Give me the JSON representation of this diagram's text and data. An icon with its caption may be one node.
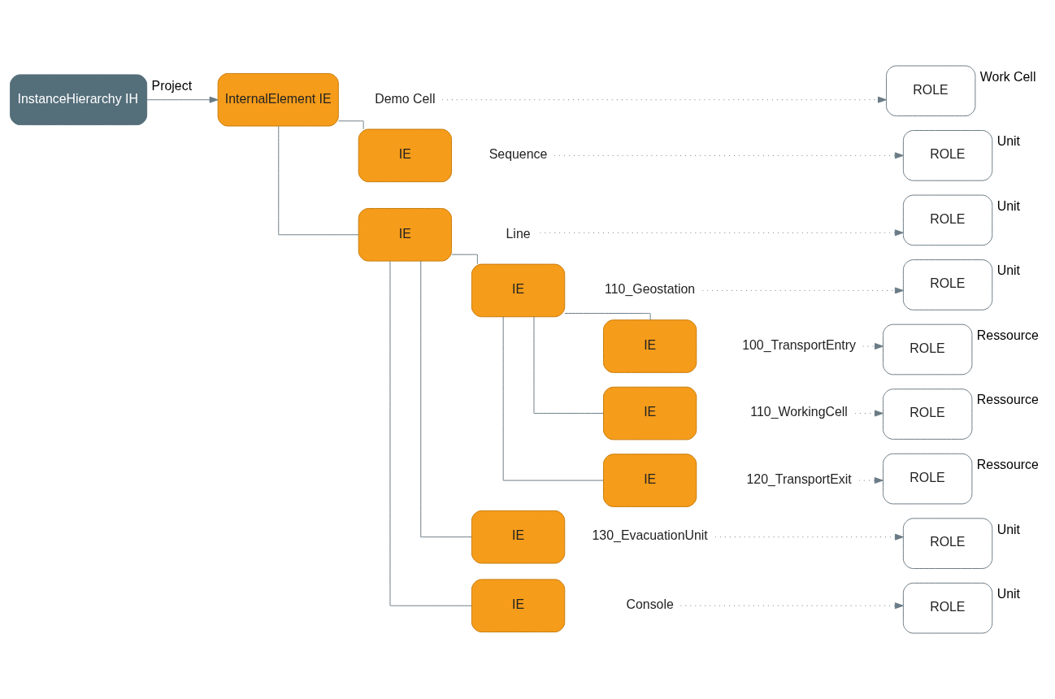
{
  "diagram": {
    "nodes": [
      {
        "text": [
          "InstanceHierarchy IH"
        ],
        "beside": [
          "Project"
        ]
      },
      {
        "text": [
          "InternalElement IE"
        ]
      },
      {
        "text": [
          "Demo Cell"
        ]
      },
      {
        "text": [
          "ROLE"
        ],
        "beside": [
          "Work Cell"
        ]
      },
      {
        "text": [
          "IE"
        ]
      },
      {
        "text": [
          "Sequence"
        ]
      },
      {
        "text": [
          "ROLE"
        ],
        "beside": [
          "Unit"
        ]
      },
      {
        "text": [
          "IE"
        ]
      },
      {
        "text": [
          "Line"
        ]
      },
      {
        "text": [
          "ROLE"
        ],
        "beside": [
          "Unit"
        ]
      },
      {
        "text": [
          "IE"
        ]
      },
      {
        "text": [
          "110_Geostation"
        ]
      },
      {
        "text": [
          "ROLE"
        ],
        "beside": [
          "Unit"
        ]
      },
      {
        "text": [
          "IE"
        ]
      },
      {
        "text": [
          "100_TransportEntry"
        ]
      },
      {
        "text": [
          "ROLE"
        ],
        "beside": [
          "Ressource"
        ]
      },
      {
        "text": [
          "IE"
        ]
      },
      {
        "text": [
          "110_WorkingCell"
        ]
      },
      {
        "text": [
          "ROLE"
        ],
        "beside": [
          "Ressource"
        ]
      },
      {
        "text": [
          "IE"
        ]
      },
      {
        "text": [
          "120_TransportExit"
        ]
      },
      {
        "text": [
          "ROLE"
        ],
        "beside": [
          "Ressource"
        ]
      },
      {
        "text": [
          "IE"
        ]
      },
      {
        "text": [
          "130_EvacuationUnit"
        ]
      },
      {
        "text": [
          "ROLE"
        ],
        "beside": [
          "Unit"
        ]
      },
      {
        "text": [
          "IE"
        ]
      },
      {
        "text": [
          "Console"
        ]
      },
      {
        "text": [
          "ROLE"
        ],
        "beside": [
          "Unit"
        ]
      }
    ],
    "edges": [
      {
        "from": 0,
        "to": 1,
        "arrow": "to"
      },
      {
        "from": 1,
        "to": 4,
        "arrow": "none"
      },
      {
        "from": 1,
        "to": 7,
        "arrow": "none"
      },
      {
        "from": 7,
        "to": 10,
        "arrow": "none"
      },
      {
        "from": 10,
        "to": 13,
        "arrow": "none"
      },
      {
        "from": 10,
        "to": 16,
        "arrow": "none"
      },
      {
        "from": 10,
        "to": 19,
        "arrow": "none"
      },
      {
        "from": 7,
        "to": 22,
        "arrow": "none"
      },
      {
        "from": 7,
        "to": 25,
        "arrow": "none"
      },
      {
        "from": 2,
        "to": 3,
        "arrow": "to",
        "style": "dashed"
      },
      {
        "from": 5,
        "to": 6,
        "arrow": "to",
        "style": "dashed"
      },
      {
        "from": 8,
        "to": 9,
        "arrow": "to",
        "style": "dashed"
      },
      {
        "from": 11,
        "to": 12,
        "arrow": "to",
        "style": "dashed"
      },
      {
        "from": 14,
        "to": 15,
        "arrow": "to",
        "style": "dashed"
      },
      {
        "from": 17,
        "to": 18,
        "arrow": "to",
        "style": "dashed"
      },
      {
        "from": 20,
        "to": 21,
        "arrow": "to",
        "style": "dashed"
      },
      {
        "from": 23,
        "to": 24,
        "arrow": "to",
        "style": "dashed"
      },
      {
        "from": 26,
        "to": 27,
        "arrow": "to",
        "style": "dashed"
      }
    ]
  }
}
